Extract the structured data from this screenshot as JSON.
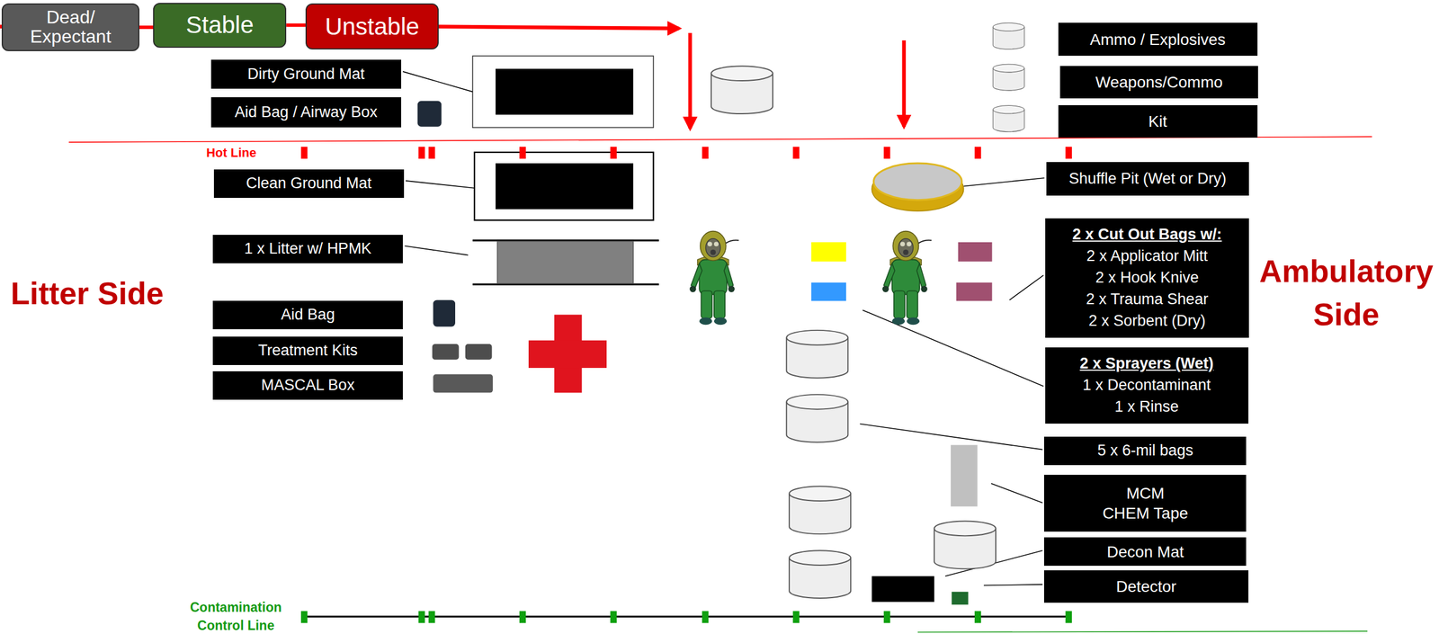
{
  "diagram": {
    "nodes": [
      {
        "text": [
          "Dead/ Expectant"
        ]
      },
      {
        "text": [
          "Stable"
        ]
      },
      {
        "text": [
          "Unstable"
        ]
      },
      {
        "text": [
          "Dirty Ground Mat"
        ]
      },
      {
        "text": [
          "Aid Bag / Airway Box"
        ]
      },
      {
        "text": [
          "Ammo / Explosives"
        ]
      },
      {
        "text": [
          "Weapons/Commo"
        ]
      },
      {
        "text": [
          "Kit"
        ]
      },
      {
        "text": [
          "Clean Ground Mat"
        ]
      },
      {
        "text": [
          "Shuffle Pit (Wet or Dry)"
        ]
      },
      {
        "text": [
          "1 x Litter w/ HPMK"
        ]
      },
      {
        "text": [
          "2 x Cut Out Bags w/:",
          "2 x Applicator Mitt",
          "2 x Hook Knive",
          "2 x Trauma Shear",
          "2 x Sorbent (Dry)"
        ]
      },
      {
        "text": [
          "Aid Bag"
        ]
      },
      {
        "text": [
          "2 x Sprayers (Wet)",
          "1 x Decontaminant",
          "1 x Rinse"
        ]
      },
      {
        "text": [
          "Treatment Kits"
        ]
      },
      {
        "text": [
          "MASCAL Box"
        ]
      },
      {
        "text": [
          "5 x 6-mil bags"
        ]
      },
      {
        "text": [
          "MCM",
          "CHEM Tape"
        ]
      },
      {
        "text": [
          "Decon Mat"
        ]
      },
      {
        "text": [
          "Detector"
        ]
      }
    ],
    "edges": [
      {
        "from": 0,
        "to": 1,
        "arrow": "none"
      },
      {
        "from": 1,
        "to": 2,
        "arrow": "none"
      }
    ],
    "labels": [
      "Hot Line",
      "Litter Side",
      "Ambulatory Side",
      "Contamination Control Line"
    ]
  }
}
